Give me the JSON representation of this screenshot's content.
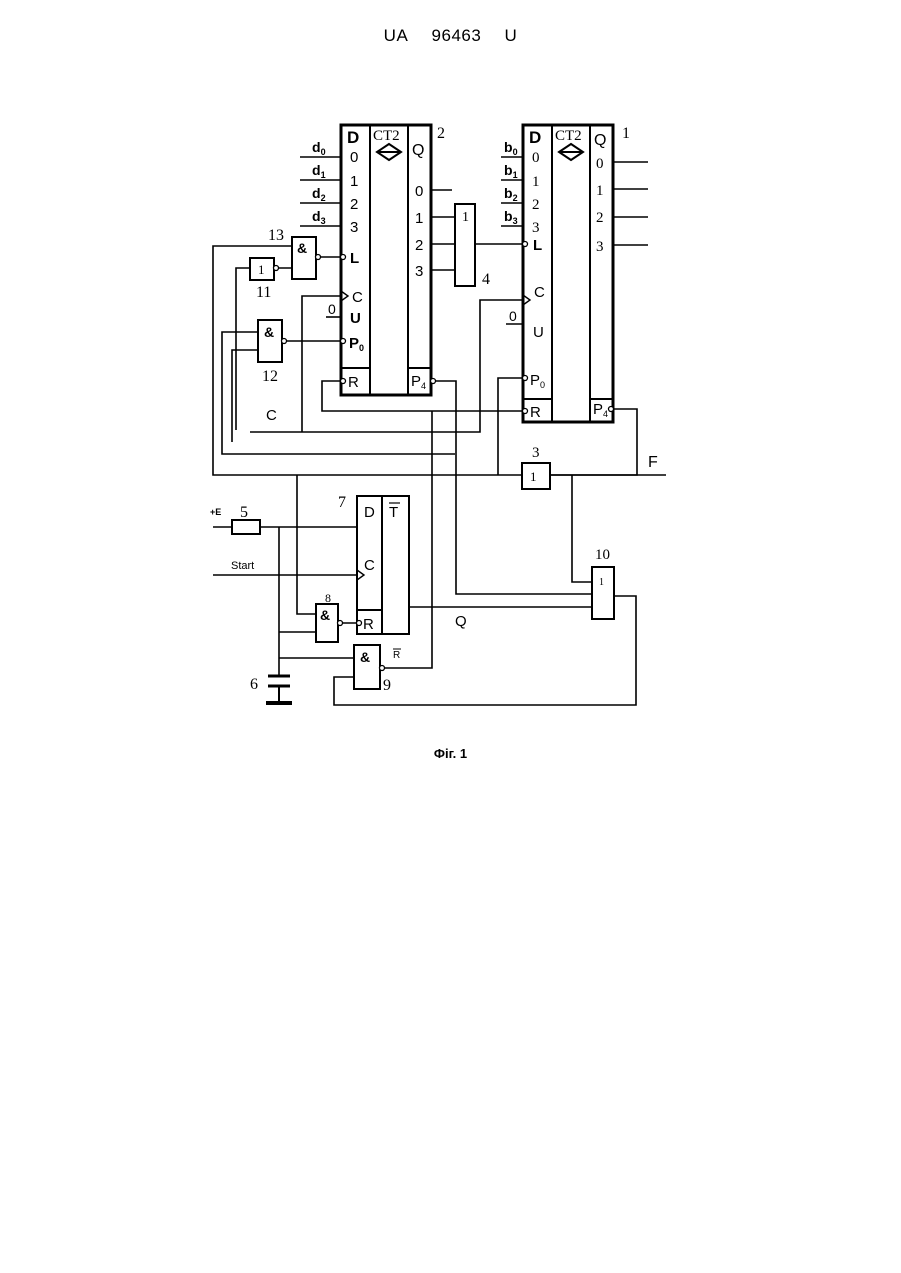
{
  "header": {
    "country": "UA",
    "number": "96463",
    "kind": "U"
  },
  "caption": "Фіг. 1",
  "blocks": {
    "counter2": {
      "ref": "2",
      "d_label": "D",
      "title": "CT2",
      "q_label": "Q",
      "in_data": [
        "0",
        "1",
        "2",
        "3"
      ],
      "load": "L",
      "clock": "C",
      "up": "U",
      "carry_in": "P0",
      "reset": "R",
      "out": [
        "0",
        "1",
        "2",
        "3"
      ],
      "carry_out": "P4"
    },
    "counter1": {
      "ref": "1",
      "d_label": "D",
      "title": "CT2",
      "q_label": "Q",
      "in_data": [
        "0",
        "1",
        "2",
        "3"
      ],
      "load": "L",
      "clock": "C",
      "up": "U",
      "carry_in": "P0",
      "reset": "R",
      "out": [
        "0",
        "1",
        "2",
        "3"
      ],
      "carry_out": "P4"
    },
    "or4": {
      "ref": "4",
      "sym": "1"
    },
    "or3": {
      "ref": "3",
      "sym": "1"
    },
    "and13": {
      "ref": "13",
      "sym": "&"
    },
    "not11": {
      "ref": "11",
      "sym": "1"
    },
    "and12": {
      "ref": "12",
      "sym": "&"
    },
    "trigger7": {
      "ref": "7",
      "d": "D",
      "t": "T",
      "c": "C",
      "r": "R"
    },
    "and8": {
      "ref": "8",
      "sym": "&"
    },
    "and9": {
      "ref": "9",
      "sym": "&"
    },
    "or10": {
      "ref": "10",
      "sym": "1"
    },
    "resistor5": {
      "ref": "5"
    },
    "capacitor6": {
      "ref": "6"
    }
  },
  "signals": {
    "d_inputs": [
      "d0",
      "d1",
      "d2",
      "d3"
    ],
    "b_inputs": [
      "b0",
      "b1",
      "b2",
      "b3"
    ],
    "zero_u2": "0",
    "zero_u1": "0",
    "clock_c": "C",
    "output_f": "F",
    "supply": "+E",
    "start": "Start",
    "q_out": "Q",
    "r_bar": "R"
  }
}
